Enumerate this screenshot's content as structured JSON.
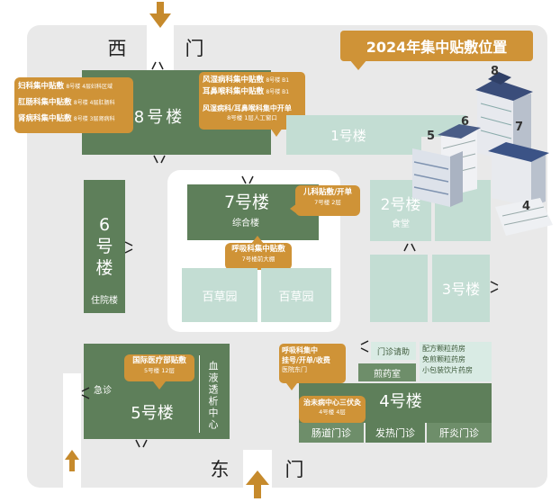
{
  "title": "2024年集中贴敷位置",
  "gates": {
    "west": [
      "西",
      "门"
    ],
    "east": [
      "东",
      "门"
    ]
  },
  "buildings": {
    "b8": "8号楼",
    "b1": "1号楼",
    "b2": "2号楼",
    "b2_sub": "食堂",
    "b3": "3号楼",
    "b6": [
      "6",
      "号",
      "楼"
    ],
    "b6_sub": "住院楼",
    "b7": "7号楼",
    "b7_sub": "综合楼",
    "b5": "5号楼",
    "b5_dialysis": "血液透析中心",
    "b5_emergency": "急诊",
    "b4": "4号楼",
    "b4_fever": "发热门诊",
    "b4_intestinal": "肠道门诊",
    "b4_hepatitis": "肝炎门诊",
    "b4_dispensary": "煎药室",
    "b4_clinic_proc": "门诊请助",
    "b4_pharmacy": [
      "配方颗粒药房",
      "免煎颗粒药房",
      "小包装饮片药房"
    ],
    "garden1": "百草园",
    "garden2": "百草园"
  },
  "callouts": {
    "left8": [
      {
        "main": "妇科集中贴敷",
        "sub": "8号楼 4层妇科区域"
      },
      {
        "main": "肛肠科集中贴敷",
        "sub": "8号楼 4层肛肠科"
      },
      {
        "main": "肾病科集中贴敷",
        "sub": "8号楼 3层肾病科"
      }
    ],
    "right8": [
      {
        "main": "风湿病科集中贴敷",
        "sub": "8号楼 B1"
      },
      {
        "main": "耳鼻喉科集中贴敷",
        "sub": "8号楼 B1"
      }
    ],
    "right8_note": {
      "main": "风湿病科/耳鼻喉科集中开单",
      "sub": "8号楼 1层人工窗口"
    },
    "pediatric": {
      "main": "儿科贴敷/开单",
      "sub": "7号楼 2层"
    },
    "respiratory": {
      "main": "呼吸科集中贴敷",
      "sub": "7号楼前大棚"
    },
    "international": {
      "main": "国际医疗部贴敷",
      "sub": "5号楼 12层"
    },
    "respiratory_reg": [
      "呼吸科集中",
      "挂号/开单/收费",
      "医院东门"
    ],
    "preventive": {
      "main": "治未病中心三伏灸",
      "sub": "4号楼 4层"
    }
  },
  "inset_numbers": [
    "8",
    "6",
    "5",
    "7",
    "4"
  ],
  "colors": {
    "building": "#5e7f5a",
    "mint": "#c3ddd3",
    "callout": "#cf9337",
    "road": "#e9e9e9"
  }
}
